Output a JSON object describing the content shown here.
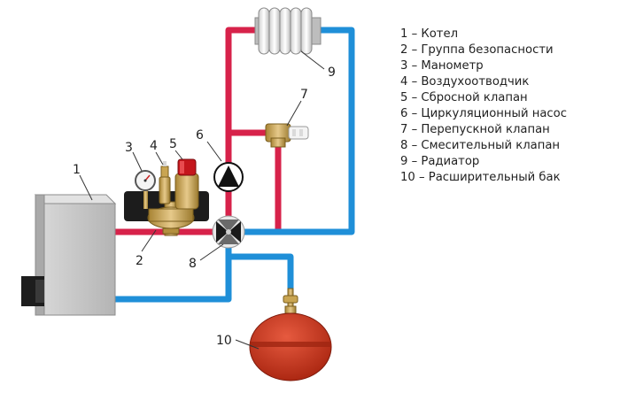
{
  "callouts": {
    "boiler": "1",
    "safety_group": "2",
    "pressure_gauge": "3",
    "air_vent": "4",
    "relief_valve": "5",
    "circulation_pump": "6",
    "bypass_valve": "7",
    "mixing_valve": "8",
    "radiator": "9",
    "expansion_tank": "10"
  },
  "legend": [
    "1 – Котел",
    "2 – Группа безопасности",
    "3 – Манометр",
    "4 – Воздухоотводчик",
    "5 – Сбросной клапан",
    "6 – Циркуляционный насос",
    "7 – Перепускной клапан",
    "8 – Смесительный клапан",
    "9 – Радиатор",
    "10 – Расширительный бак"
  ],
  "colors": {
    "supply_pipe": "#d7224a",
    "return_pipe": "#1f8fd8",
    "boiler_body": "#c8c8c8",
    "expansion_tank": "#c8321e",
    "brass_fitting": "#c9a552"
  }
}
